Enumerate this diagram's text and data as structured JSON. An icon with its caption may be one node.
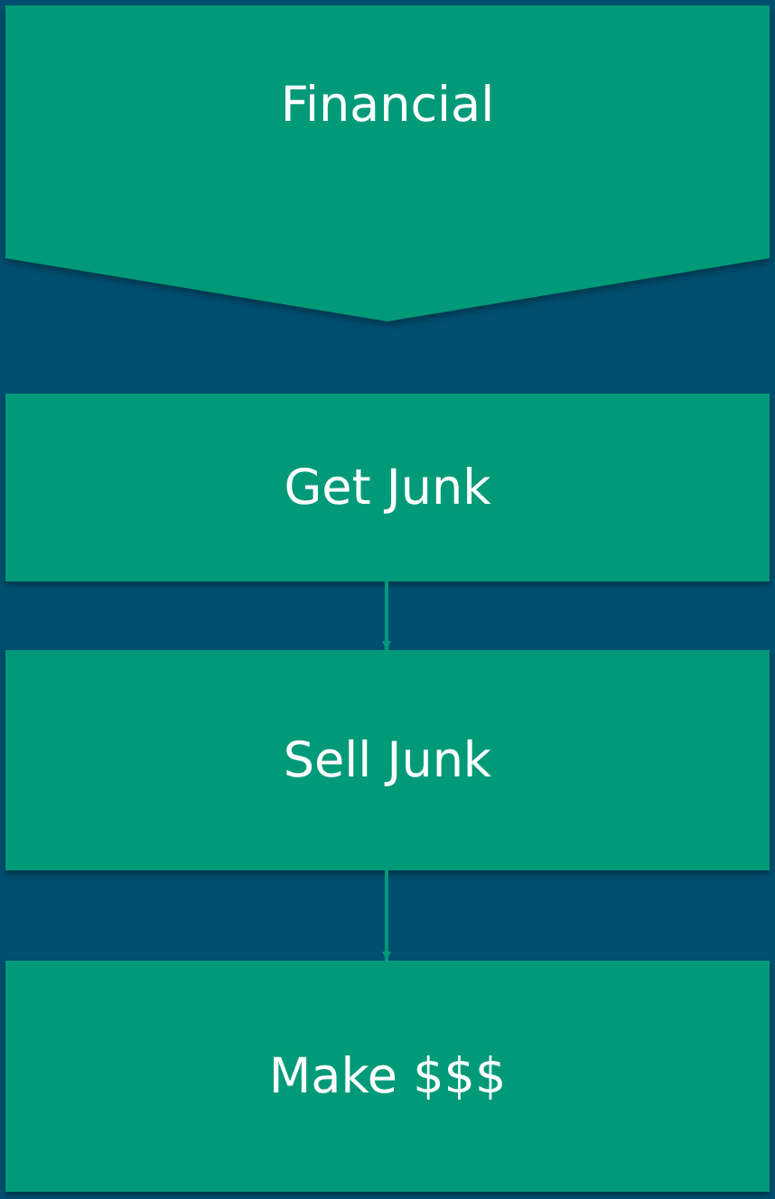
{
  "diagram": {
    "nodes": [
      {
        "text": [
          "Financial"
        ]
      },
      {
        "text": [
          "Get Junk"
        ]
      },
      {
        "text": [
          "Sell Junk"
        ]
      },
      {
        "text": [
          "Make $$$"
        ]
      }
    ],
    "edges": [
      {
        "from": 1,
        "to": 2,
        "arrow": "to"
      },
      {
        "from": 2,
        "to": 3,
        "arrow": "to"
      }
    ]
  }
}
